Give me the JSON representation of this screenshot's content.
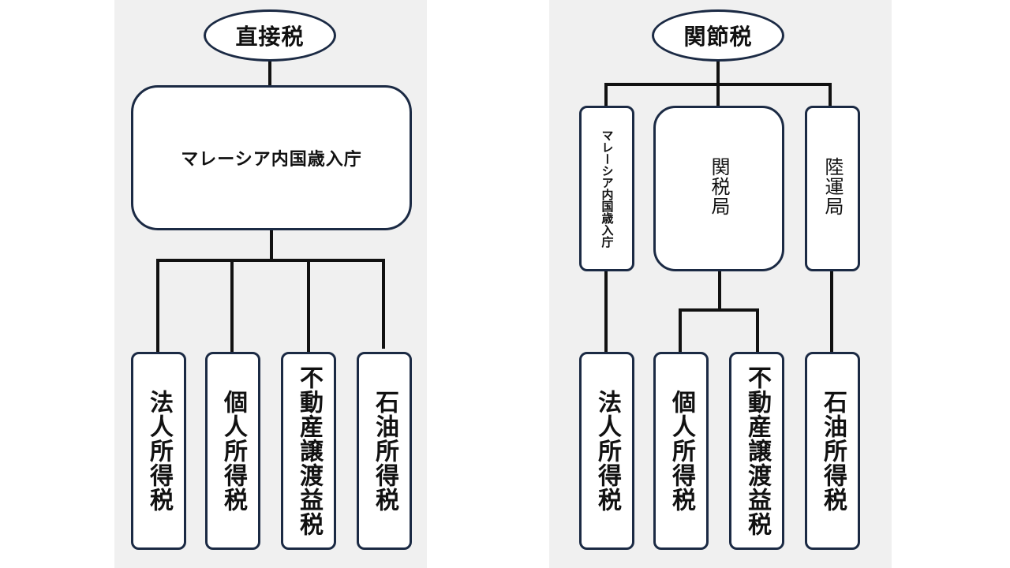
{
  "left": {
    "title": "直接税",
    "authority": "マレーシア内国歳入庁",
    "taxes": [
      "法人所得税",
      "個人所得税",
      "不動産譲渡益税",
      "石油所得税"
    ]
  },
  "right": {
    "title": "関節税",
    "authorities": [
      "マレーシア内国歳入庁",
      "関税局",
      "陸運局"
    ],
    "taxes": [
      "法人所得税",
      "個人所得税",
      "不動産譲渡益税",
      "石油所得税"
    ]
  }
}
